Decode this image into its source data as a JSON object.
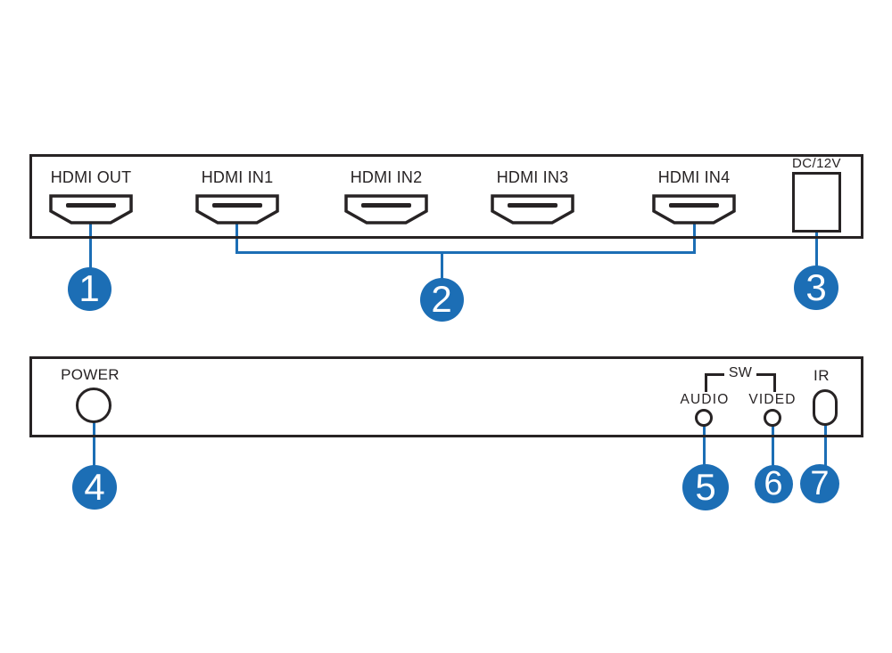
{
  "colors": {
    "ink": "#272324",
    "accent": "#1c6eb5",
    "bg": "#ffffff",
    "callout_text": "#ffffff"
  },
  "icons": {
    "hdmi_port": "hdmi-connector-trapezoid",
    "dc_jack": "rectangle-power-jack",
    "power_button": "circle-button",
    "led": "small-circle-indicator",
    "ir_window": "rounded-ir-receiver"
  },
  "rear_panel": {
    "ports": [
      {
        "label": "HDMI OUT"
      },
      {
        "label": "HDMI IN1"
      },
      {
        "label": "HDMI IN2"
      },
      {
        "label": "HDMI IN3"
      },
      {
        "label": "HDMI IN4"
      }
    ],
    "dc_label": "DC/12V"
  },
  "front_panel": {
    "power_label": "POWER",
    "sw_label": "SW",
    "audio_label": "AUDIO",
    "video_label": "VIDED",
    "ir_label": "IR"
  },
  "callouts": [
    "1",
    "2",
    "3",
    "4",
    "5",
    "6",
    "7"
  ]
}
